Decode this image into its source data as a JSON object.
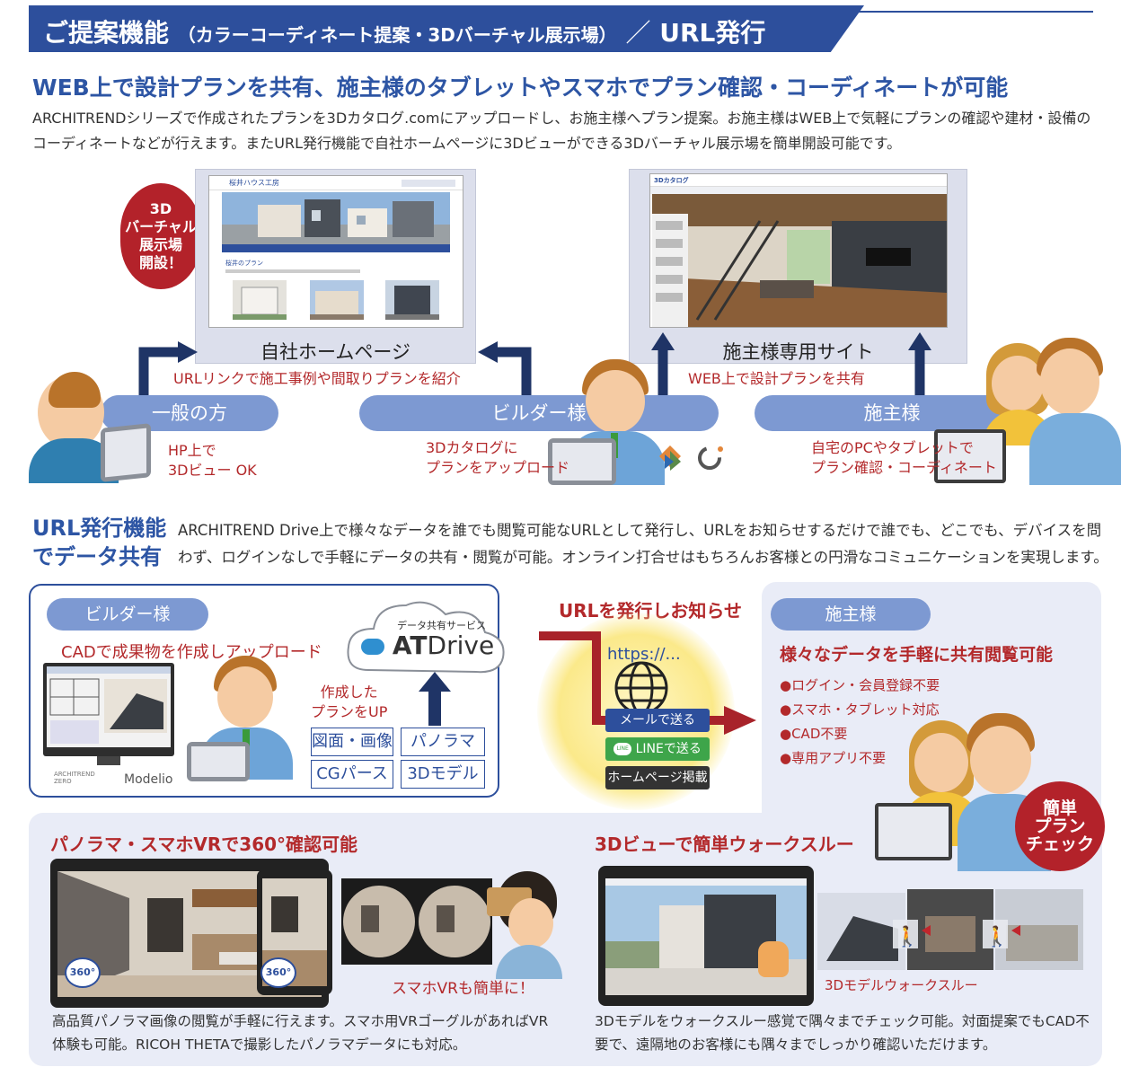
{
  "header": {
    "title": "ご提案機能",
    "subtitle": "（カラーコーディネート提案・3Dバーチャル展示場）",
    "slash": "／",
    "url_title": "URL発行"
  },
  "intro": {
    "heading": "WEB上で設計プランを共有、施主様のタブレットやスマホでプラン確認・コーディネートが可能",
    "text": "ARCHITRENDシリーズで作成されたプランを3Dカタログ.comにアップロードし、お施主様へプラン提案。お施主様はWEB上で気軽にプランの確認や建材・設備のコーディネートなどが行えます。またURL発行機能で自社ホームページに3Dビューができる3Dバーチャル展示場を簡単開設可能です。"
  },
  "diagram1": {
    "badge_lines": [
      "3D",
      "バーチャル",
      "展示場",
      "開設！"
    ],
    "site_title": "桜井ハウス工房",
    "site_caption": "桜井のプラン",
    "homepage_label": "自社ホームページ",
    "owner_site_label": "施主様専用サイト",
    "catalog_logo": "3Dカタログ",
    "url_link_caption": "URLリンクで施工事例や間取りプランを紹介",
    "web_share_caption": "WEB上で設計プランを共有",
    "pills": [
      "一般の方",
      "ビルダー様",
      "施主様"
    ],
    "general_caption": [
      "HP上で",
      "3Dビュー OK"
    ],
    "builder_caption": [
      "3Dカタログに",
      "プランをアップロード"
    ],
    "owner_caption": [
      "自宅のPCやタブレットで",
      "プラン確認・コーディネート"
    ]
  },
  "url_section": {
    "heading_lines": [
      "URL発行機能",
      "でデータ共有"
    ],
    "text": "ARCHITREND Drive上で様々なデータを誰でも閲覧可能なURLとして発行し、URLをお知らせするだけで誰でも、どこでも、デバイスを問わず、ログインなしで手軽にデータの共有・閲覧が可能。オンライン打合せはもちろんお客様との円滑なコミュニケーションを実現します。"
  },
  "builder_box": {
    "pill": "ビルダー様",
    "heading": "CADで成果物を作成しアップロード",
    "drive_caption": "データ共有サービス",
    "drive_name_bold": "AT",
    "drive_name": "Drive",
    "upload_caption": [
      "作成した",
      "プランをUP"
    ],
    "tags": [
      "図面・画像",
      "パノラマ",
      "CGパース",
      "3Dモデル"
    ],
    "logo_zero": "ARCHITREND ZERO",
    "logo_modelio": "Modelio"
  },
  "share": {
    "heading": "URLを発行しお知らせ",
    "url": "https://...",
    "buttons": [
      "メールで送る",
      "LINEで送る",
      "ホームページ掲載"
    ],
    "line_icon": "LINE"
  },
  "owner_box": {
    "pill": "施主様",
    "heading": "様々なデータを手軽に共有閲覧可能",
    "bullets": [
      "●ログイン・会員登録不要",
      "●スマホ・タブレット対応",
      "●CAD不要",
      "●専用アプリ不要"
    ],
    "badge_lines": [
      "簡単",
      "プラン",
      "チェック"
    ]
  },
  "panorama": {
    "heading": "パノラマ・スマホVRで360°確認可能",
    "badge": "360°",
    "vr_caption": "スマホVRも簡単に！",
    "text": "高品質パノラマ画像の閲覧が手軽に行えます。スマホ用VRゴーグルがあればVR体験も可能。RICOH THETAで撮影したパノラマデータにも対応。"
  },
  "walkthrough": {
    "heading": "3Dビューで簡単ウォークスルー",
    "caption": "3Dモデルウォークスルー",
    "text": "3Dモデルをウォークスルー感覚で隅々までチェック可能。対面提案でもCAD不要で、遠隔地のお客様にも隅々までしっかり確認いただけます。"
  },
  "colors": {
    "brand_blue": "#2d4f9c",
    "accent_red": "#b3292b",
    "pill_blue": "#7d99d2",
    "panel_bg": "#e9ecf7"
  }
}
